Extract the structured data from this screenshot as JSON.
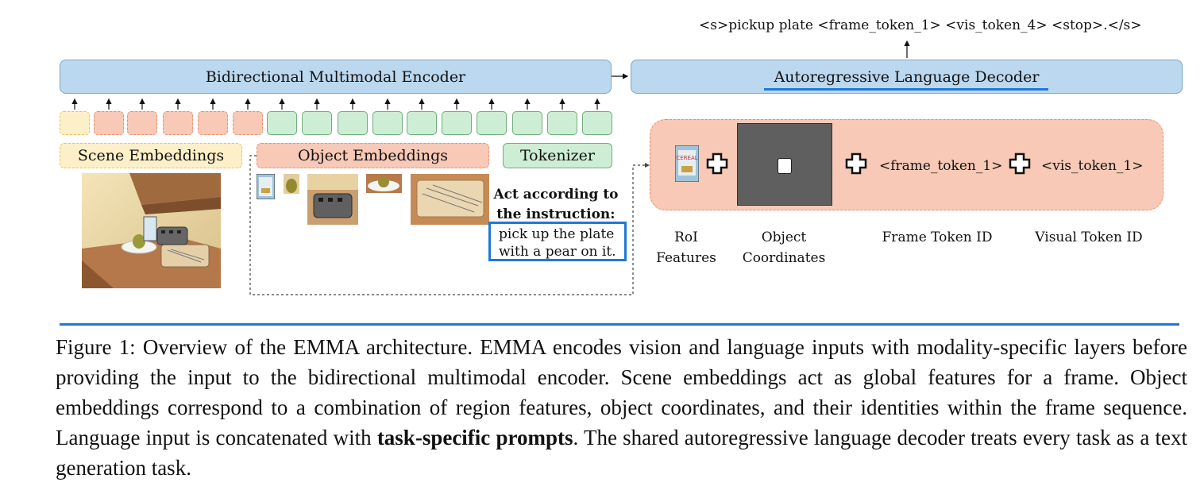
{
  "figure": {
    "encoder_label": "Bidirectional Multimodal Encoder",
    "decoder_label": "Autoregressive Language Decoder",
    "output_text": "<s>pickup plate <frame_token_1> <vis_token_4> <stop>.</s>",
    "scene_embeddings_label": "Scene Embeddings",
    "object_embeddings_label": "Object Embeddings",
    "tokenizer_label": "Tokenizer",
    "prompt_title": "Act according to the instruction:",
    "instruction_text": "pick up the plate with a pear on it.",
    "frame_token_text": "<frame_token_1>",
    "vis_token_text": "<vis_token_1>",
    "component_labels": {
      "roi": "RoI Features",
      "coords": "Object Coordinates",
      "frame_id": "Frame Token ID",
      "visual_id": "Visual Token ID"
    },
    "cereal_box_text": "CEREAL"
  },
  "caption": {
    "part1": "Figure 1: Overview of the EMMA architecture. EMMA encodes vision and language inputs with modality-specific layers before providing the input to the bidirectional multimodal encoder. Scene embeddings act as global features for a frame. Object embeddings correspond to a combination of region features, object coordinates, and their identities within the frame sequence. Language input is concatenated with ",
    "bold": "task-specific prompts",
    "part2": ". The shared autoregressive language decoder treats every task as a text generation task."
  },
  "colors": {
    "encoder_fill": "#bcd8ee",
    "scene_fill": "#fdf0c8",
    "object_fill": "#f7c9b6",
    "language_fill": "#cdeed4",
    "accent_blue": "#1f78d8"
  }
}
